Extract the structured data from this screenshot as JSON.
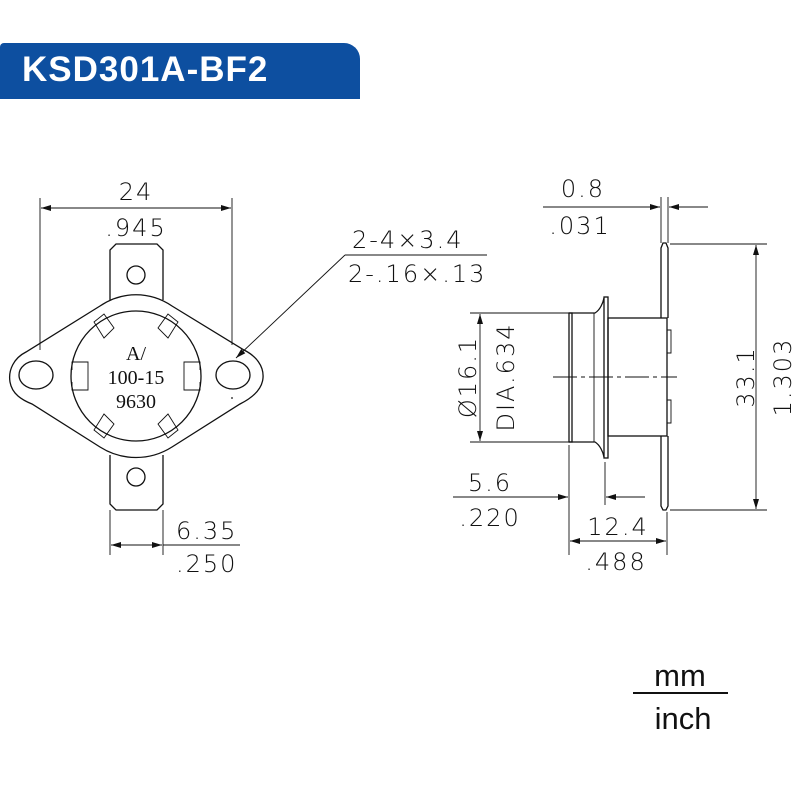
{
  "header": {
    "title": "KSD301A-BF2",
    "color": "#0d4fa0"
  },
  "front_view": {
    "width_mm": "24",
    "width_inch": ".945",
    "terminal_mm": "6.35",
    "terminal_inch": ".250",
    "hole_mm": "2-4×3.4",
    "hole_inch": "2-.16×.13",
    "marking": [
      "A/",
      "100-15",
      "9630"
    ]
  },
  "side_view": {
    "thickness_mm": "0.8",
    "thickness_inch": ".031",
    "height_mm": "33.1",
    "height_inch": "1.303",
    "dia_mm": "Ø16.1",
    "dia_inch": "DIA.634",
    "cap_mm": "5.6",
    "cap_inch": ".220",
    "depth_mm": "12.4",
    "depth_inch": ".488"
  },
  "units": {
    "top": "mm",
    "bottom": "inch"
  }
}
